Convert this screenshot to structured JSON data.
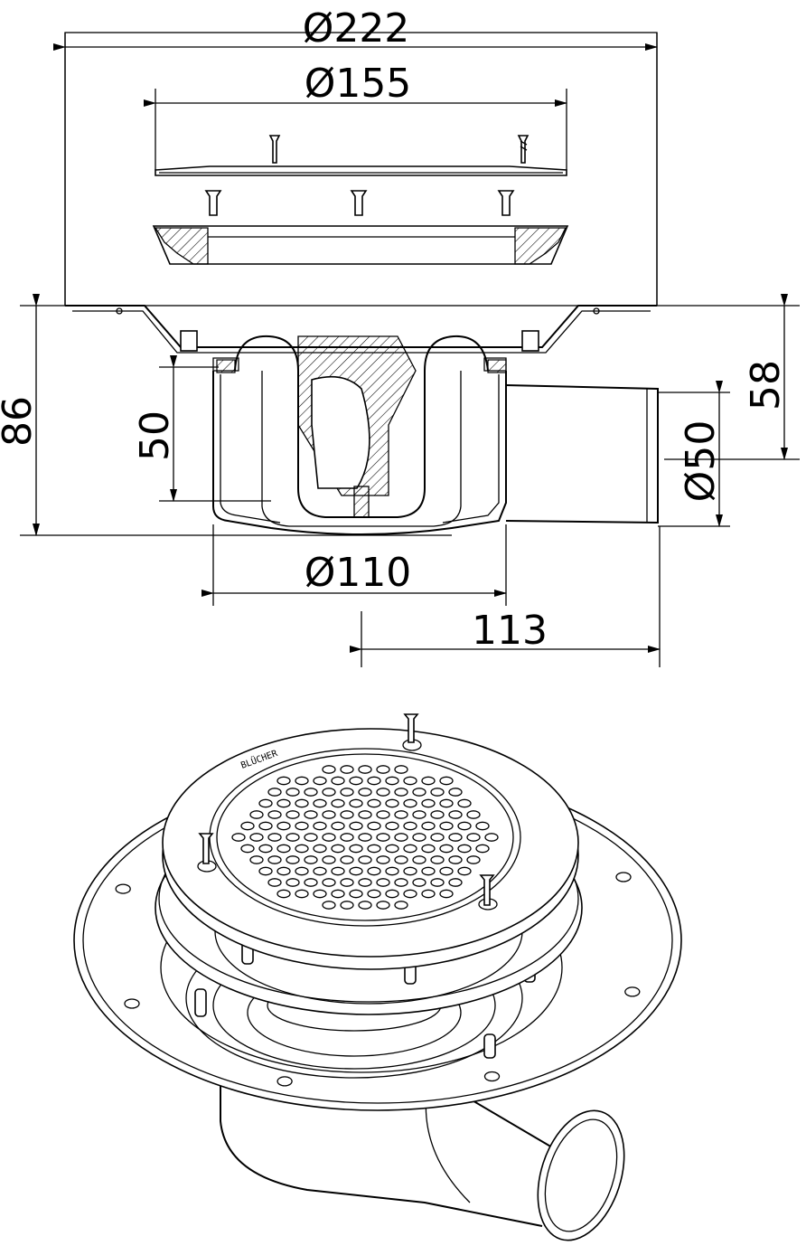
{
  "dimensions": {
    "outer_diameter": "Ø222",
    "grate_diameter": "Ø155",
    "total_height": "86",
    "outlet_height": "58",
    "trap_depth": "50",
    "outlet_diameter": "Ø50",
    "body_diameter": "Ø110",
    "outlet_offset": "113"
  },
  "brand_mark": "BLÜCHER"
}
